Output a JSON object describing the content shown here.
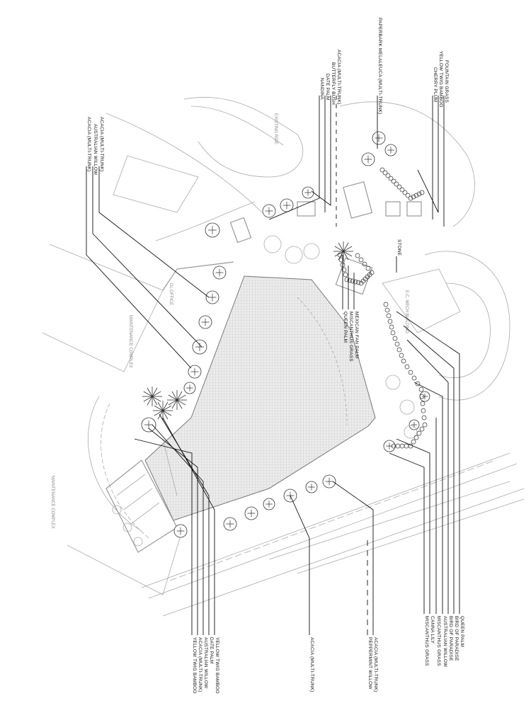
{
  "plant_labels": {
    "top": [
      "ACACIA (MULTI-TRUNK)",
      "BUTTERFLY BUSH",
      "DATE PALM",
      "NANDINA",
      "PAPERBARK MELALEUCA (MULTI-TRUNK)",
      "FOUNTAIN GRASS",
      "YELLOW TWIG BAMBOO",
      "CHERRY PLUM"
    ],
    "top_left": [
      "ACACIA (MULTI-TRUNK)",
      "AUSTRALIAN WILLOW",
      "ACACIA (MULTI-TRUNK)"
    ],
    "center": [
      "MEXICAN FAN PALM",
      "MISCANTHUS GRASS",
      "QUEEN PALM",
      "STONE"
    ],
    "bottom_left": [
      "YELLOW TWIG BAMBOO",
      "DATE PALM",
      "AUSTRALIAN WILLOW",
      "ACACIA (MULTI-TRUNK)",
      "YELLOW TWIG BAMBOO"
    ],
    "bottom_mid": [
      "ACACIA (MULTI-TRUNK)",
      "ACACIA (MULTI-TRUNK)",
      "PEPPERMINT WILLOW"
    ],
    "bottom_right": [
      "QUEEN PALM",
      "BIRD OF PARADISE",
      "BIRD OF PARADISE",
      "AUSTRALIAN WILLOW",
      "MISCANTHUS GRASS",
      "CANNA LILY",
      "MISCANTHUS GRASS"
    ]
  },
  "building_labels": {
    "existing_ride": "EXISTING RIDE",
    "dl_office": "DL OFFICE",
    "maintenance_1": "MAINTENANCE COMPLEX",
    "maintenance_2": "MAINTENANCE COMPLEX",
    "ec_mech": "E.C. MECH BUILDING"
  },
  "colors": {
    "ink": "#111111",
    "base_linework": "#999999",
    "plaza_hatch": "#d9d9d9"
  }
}
